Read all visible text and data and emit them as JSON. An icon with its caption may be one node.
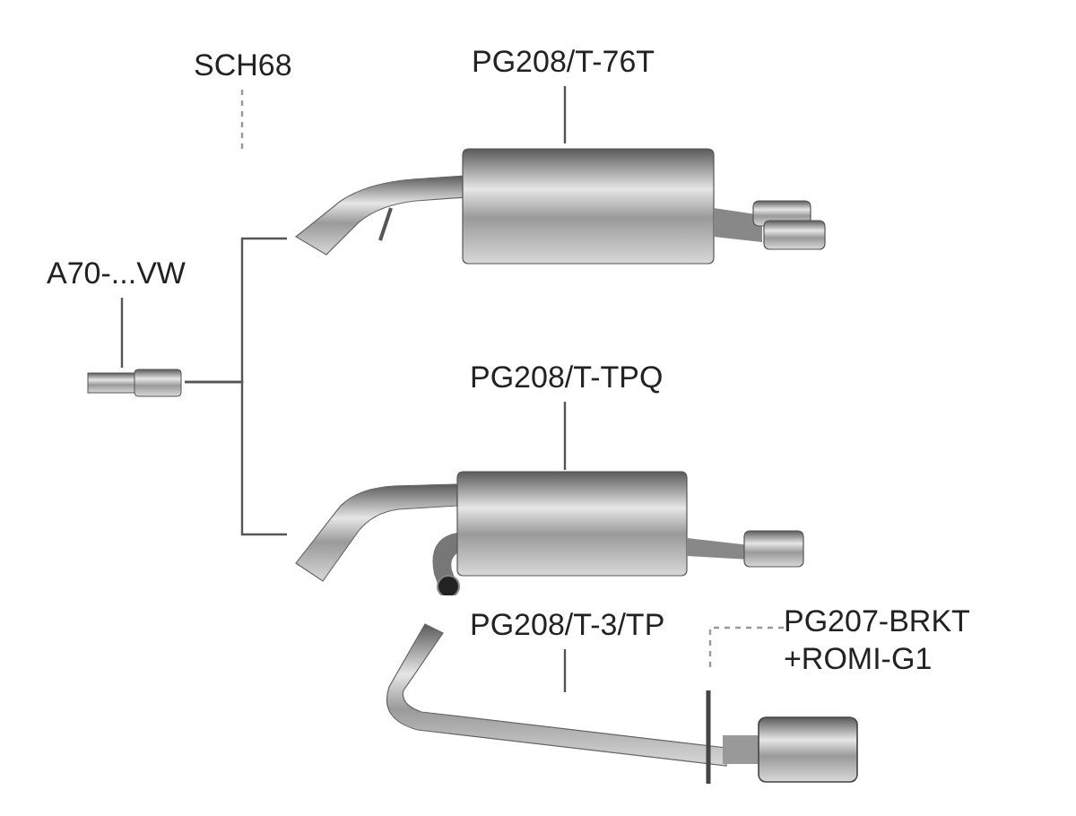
{
  "diagram": {
    "nodes": [
      {
        "text": [
          "SCH68"
        ]
      },
      {
        "text": [
          "PG208/T-76T"
        ]
      },
      {
        "text": [],
        "shape": "picture"
      },
      {
        "text": [
          "A70-...VW"
        ]
      },
      {
        "text": [],
        "shape": "picture"
      },
      {
        "text": [
          "PG208/T-TPQ"
        ]
      },
      {
        "text": [],
        "shape": "picture"
      },
      {
        "text": [
          "PG208/T-3/TP"
        ]
      },
      {
        "text": [],
        "shape": "picture"
      },
      {
        "text": [
          "PG207-BRKT +ROMI-G1"
        ]
      }
    ],
    "edges": [
      {
        "from": 0,
        "to": null,
        "arrow": "none",
        "style": "dashed"
      },
      {
        "from": 1,
        "to": 2,
        "arrow": "none"
      },
      {
        "from": 3,
        "to": 4,
        "arrow": "none"
      },
      {
        "from": 5,
        "to": 6,
        "arrow": "none"
      },
      {
        "from": 7,
        "to": 8,
        "arrow": "none"
      },
      {
        "from": 9,
        "to": 8,
        "arrow": "none",
        "style": "dashed"
      },
      {
        "from": 4,
        "to": 2,
        "arrow": "none"
      },
      {
        "from": 4,
        "to": 6,
        "arrow": "none"
      }
    ]
  }
}
